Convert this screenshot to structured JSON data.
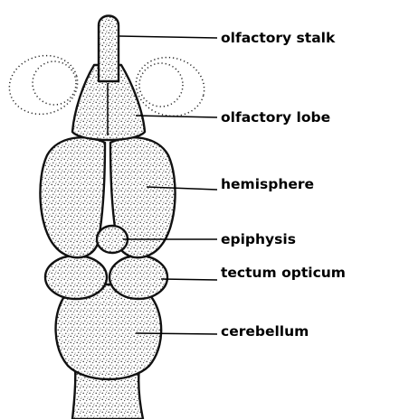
{
  "diagram": {
    "labels": {
      "olfactory_stalk": "olfactory stalk",
      "olfactory_lobe": "olfactory lobe",
      "hemisphere": "hemisphere",
      "epiphysis": "epiphysis",
      "tectum_opticum": "tectum opticum",
      "cerebellum": "cerebellum"
    },
    "colors": {
      "ink": "#000000",
      "background": "#ffffff"
    }
  }
}
